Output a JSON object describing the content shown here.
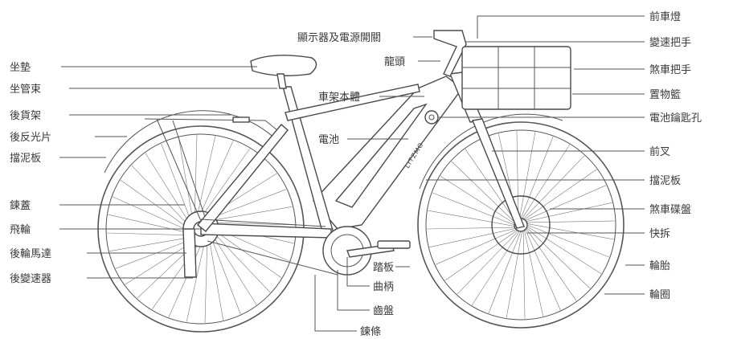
{
  "brand_text": "LITZMO",
  "labels": {
    "headlight": "前車燈",
    "display_power_switch": "顯示器及電源開關",
    "shifter": "變速把手",
    "stem": "龍頭",
    "brake_lever": "煞車把手",
    "basket": "置物籃",
    "frame_body": "車架本體",
    "battery_key_hole": "電池鑰匙孔",
    "battery": "電池",
    "front_fork": "前叉",
    "front_fender": "擋泥板",
    "brake_disc": "煞車碟盤",
    "quick_release": "快拆",
    "tire": "輪胎",
    "rim": "輪圈",
    "saddle": "坐墊",
    "seat_clamp": "坐管束",
    "rear_rack": "後貨架",
    "rear_reflector": "後反光片",
    "rear_fender": "擋泥板",
    "chain_guard": "鍊蓋",
    "freewheel": "飛輪",
    "rear_hub_motor": "後輪馬達",
    "rear_derailleur": "後變速器",
    "pedal": "踏板",
    "crank": "曲柄",
    "chainring": "齒盤",
    "chain": "鍊條"
  },
  "colors": {
    "line": "#4a4a4a",
    "text": "#3a3a3a",
    "background": "#ffffff"
  }
}
